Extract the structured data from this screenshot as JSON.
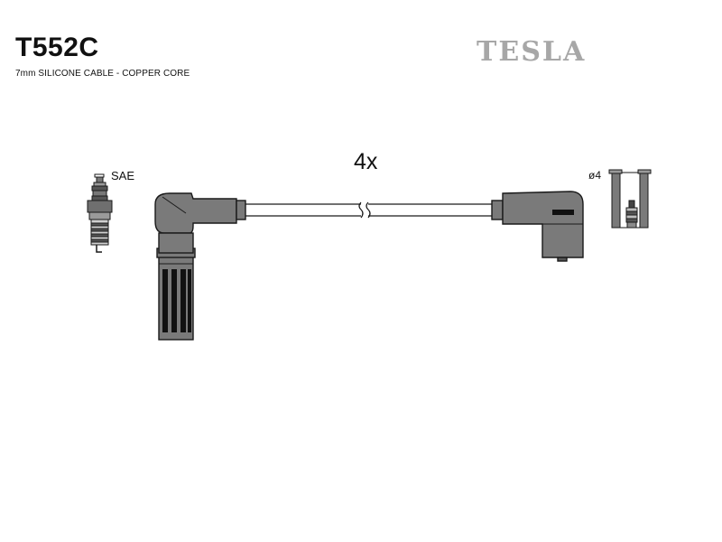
{
  "header": {
    "part_number": "T552C",
    "cable_spec": "7mm SILICONE CABLE - COPPER CORE",
    "brand": "TESLA"
  },
  "diagram": {
    "quantity": "4x",
    "spark_plug_type": "SAE",
    "distributor_terminal": "ø4"
  },
  "colors": {
    "part_fill": "#7a7a7a",
    "part_stroke": "#1a1a1a",
    "brand_text": "#a7a7a7"
  }
}
